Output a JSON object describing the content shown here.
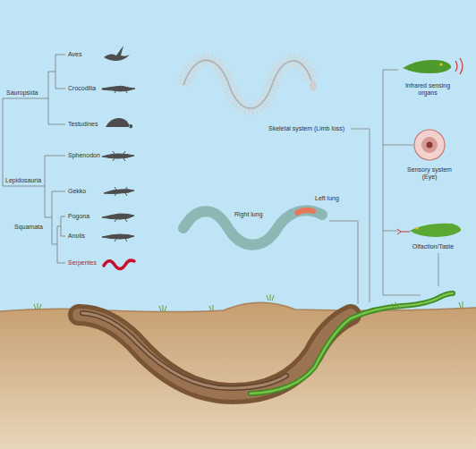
{
  "diagram": {
    "labels": [
      "Aves",
      "Crocodilia",
      "Testudines",
      "Sauropsida",
      "Sphenodon",
      "Lepidosauria",
      "Gekko",
      "Squamata",
      "Pogona",
      "Anolis",
      "Serpentes",
      "Skeletal system (Limb loss)",
      "Right lung",
      "Left lung",
      "Infrared sensing organs",
      "Sensory system (Eye)",
      "Olfaction/Taste"
    ]
  }
}
